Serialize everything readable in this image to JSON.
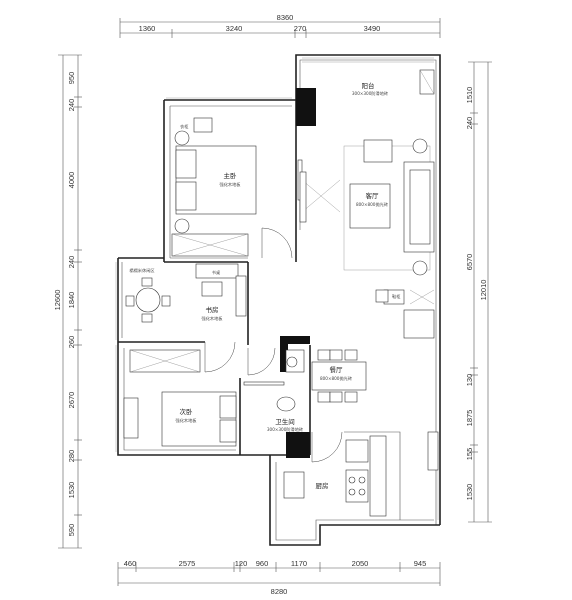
{
  "dimensions": {
    "top_total": "8360",
    "top_segments": [
      "1360",
      "3240",
      "270",
      "3490"
    ],
    "bottom_total": "8280",
    "bottom_segments": [
      "460",
      "2575",
      "120",
      "960",
      "1170",
      "2050",
      "945"
    ],
    "left_total": "12600",
    "left_segments": [
      "950",
      "240",
      "4000",
      "240",
      "1840",
      "260",
      "2670",
      "280",
      "1530",
      "590"
    ],
    "right_total": "12010",
    "right_segments": [
      "1510",
      "240",
      "6570",
      "130",
      "1875",
      "155",
      "1530"
    ]
  },
  "rooms": {
    "balcony": {
      "name": "阳台",
      "note": "300×300防滑地砖"
    },
    "living": {
      "name": "客厅",
      "note": "800×800抛光砖"
    },
    "master": {
      "name": "主卧",
      "note": "强化木地板"
    },
    "study": {
      "name": "书房",
      "note": "强化木地板"
    },
    "second": {
      "name": "次卧",
      "note": "强化木地板"
    },
    "bath": {
      "name": "卫生间",
      "note": "300×300防滑地砖"
    },
    "dining": {
      "name": "餐厅",
      "note": "800×800抛光砖"
    },
    "kitchen": {
      "name": "厨房"
    }
  },
  "labels": {
    "wardrobe": "衣柜",
    "shoe_cabinet": "鞋柜",
    "study_desk": "书桌",
    "leisure": "榻榻米休闲区"
  }
}
